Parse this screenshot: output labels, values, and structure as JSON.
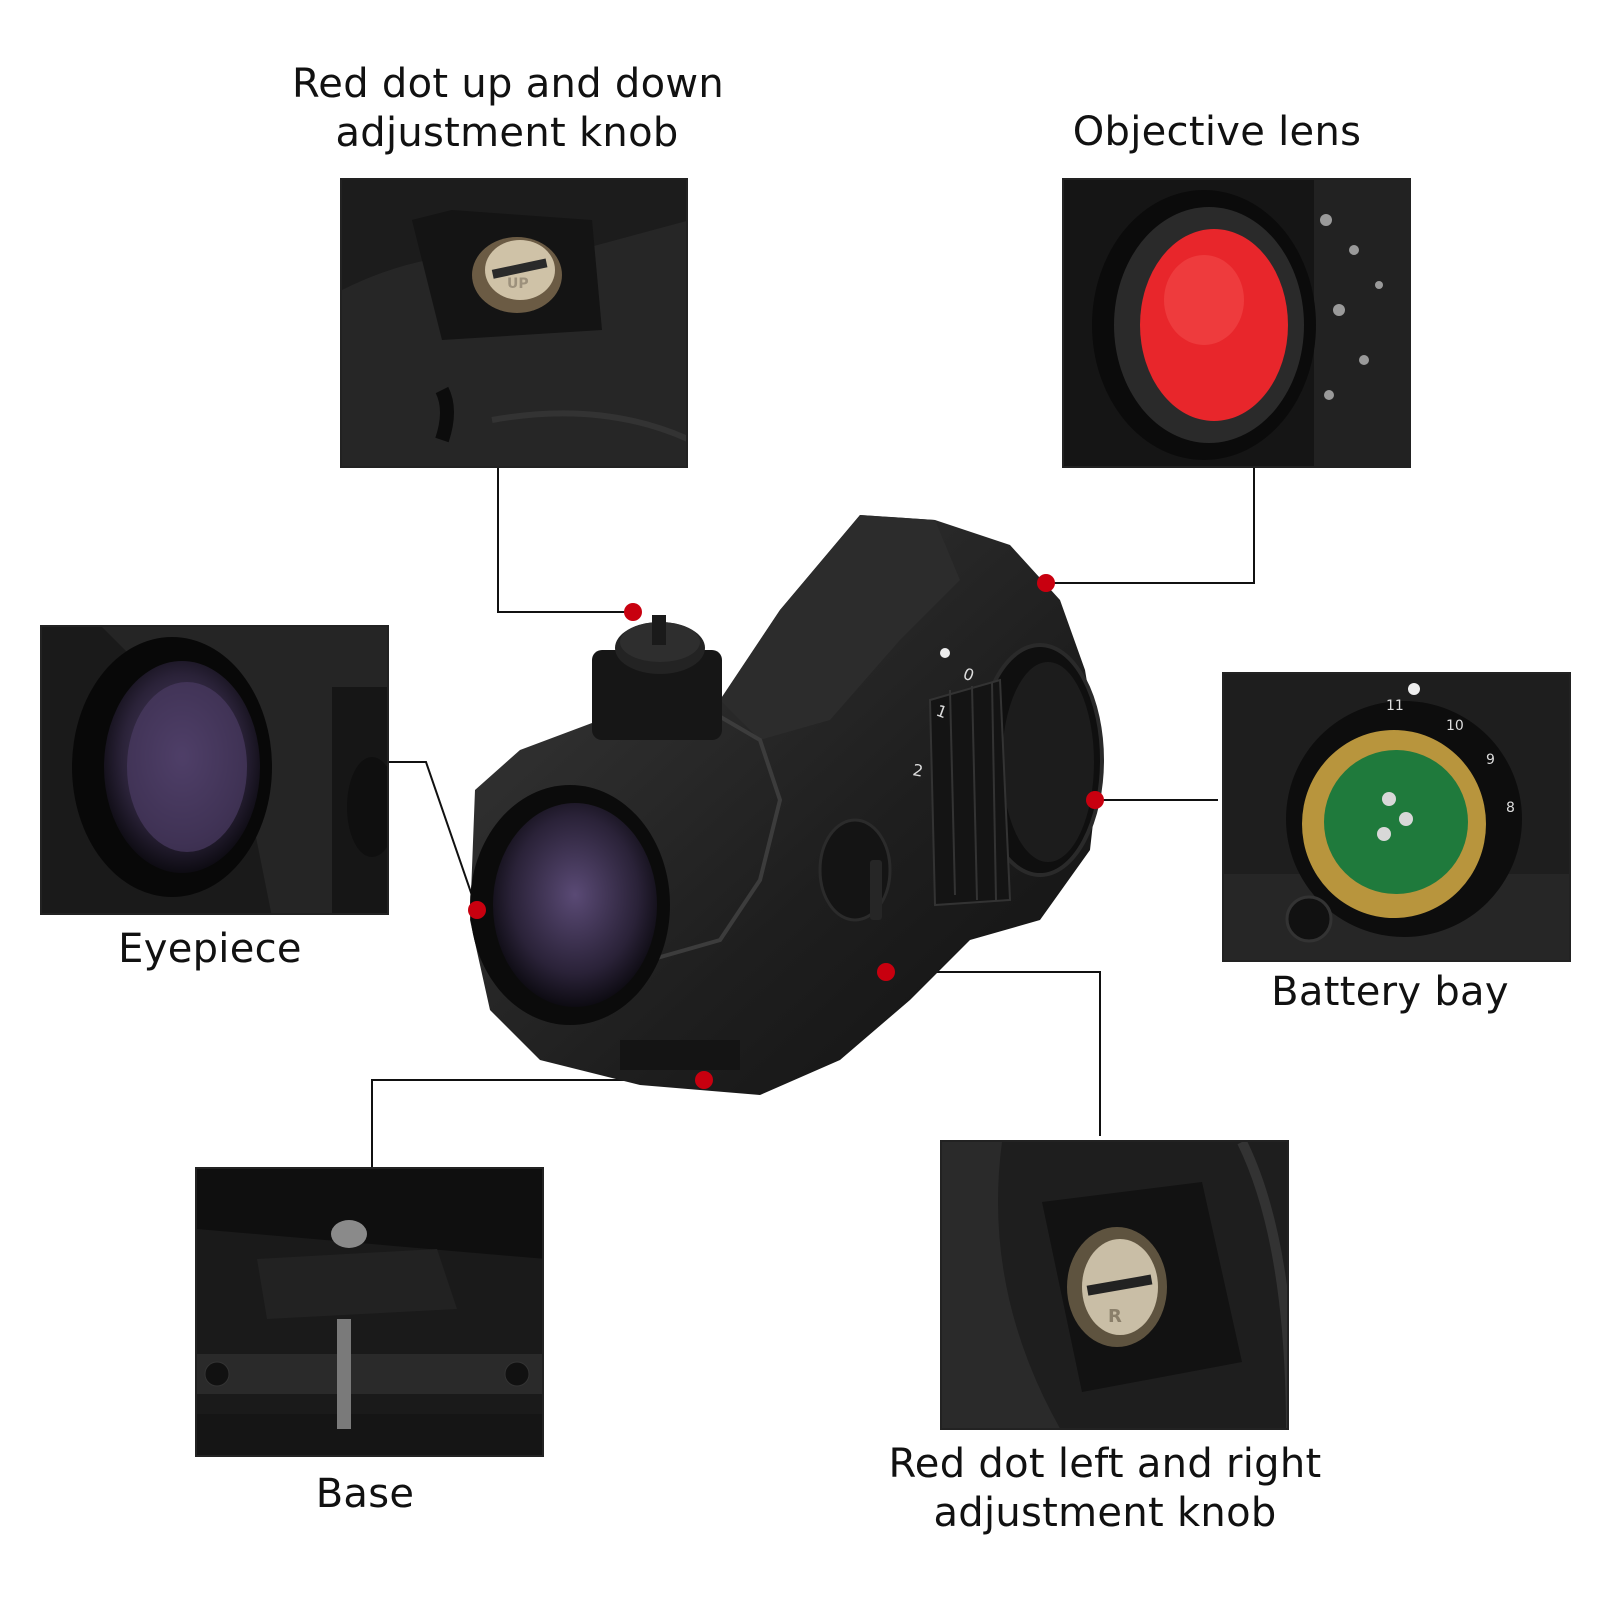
{
  "labels": {
    "up_down_knob": [
      "Red dot up and down",
      "adjustment knob"
    ],
    "objective_lens": "Objective lens",
    "eyepiece": "Eyepiece",
    "battery_bay": "Battery bay",
    "base": "Base",
    "left_right_knob": [
      "Red dot left and right",
      "adjustment knob"
    ]
  },
  "engravings": {
    "up_knob": "UP",
    "windage_knob": "R",
    "dial_main": [
      "0",
      "1",
      "2"
    ],
    "dial_battery": [
      "11",
      "10",
      "9",
      "8"
    ]
  },
  "colors": {
    "callout_dot": "#c8000f",
    "objective_lens_tint": "#e8262b",
    "eyepiece_lens_tint": "#4a3b63",
    "battery_contact": "#1f7a3c",
    "battery_ring": "#b8953d"
  }
}
